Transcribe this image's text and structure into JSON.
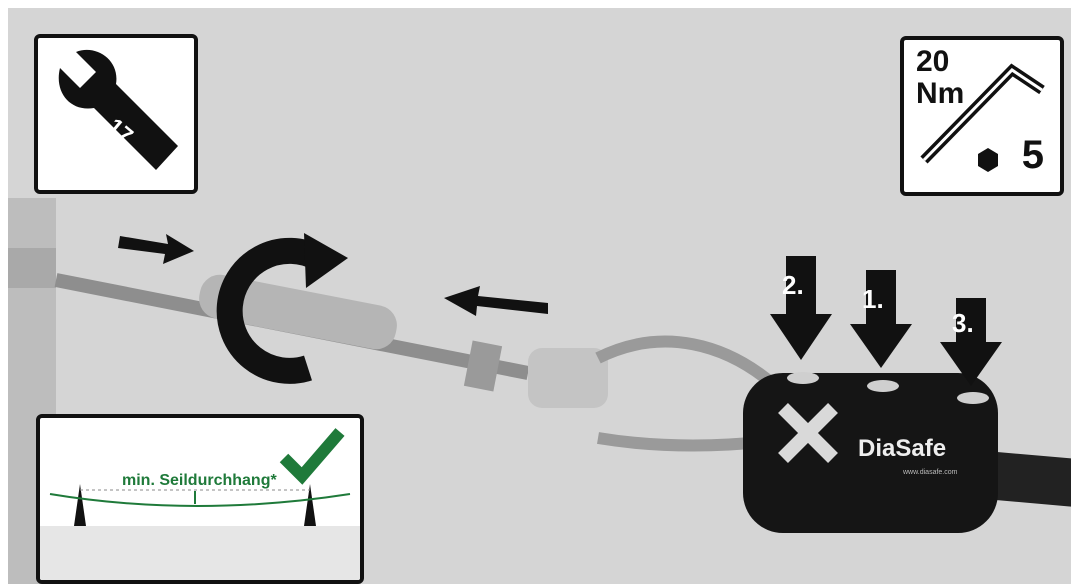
{
  "icons": {
    "wrench_size": "17",
    "torque": "20\nNm",
    "hex_key_size": "5"
  },
  "steps": [
    "2.",
    "1.",
    "3."
  ],
  "brand": {
    "name": "DiaSafe",
    "url": "www.diasafe.com"
  },
  "inset": {
    "label": "min. Seildurchhang*"
  },
  "colors": {
    "background": "#d5d5d5",
    "accent_green": "#1f7a3a",
    "black": "#111111"
  }
}
